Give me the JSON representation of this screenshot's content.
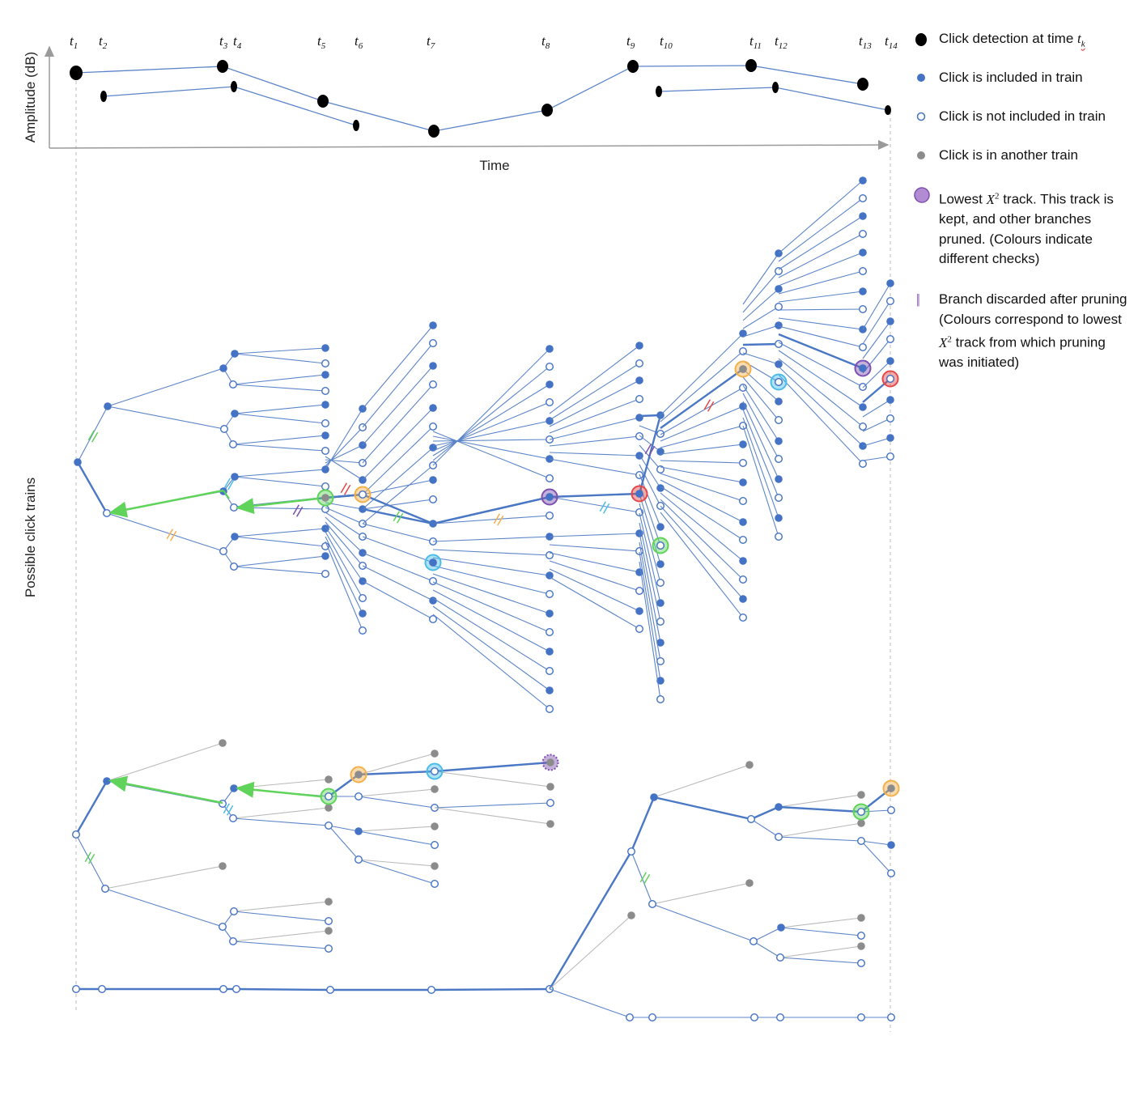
{
  "time_labels": [
    {
      "base": "t",
      "sub": "1"
    },
    {
      "base": "t",
      "sub": "2"
    },
    {
      "base": "t",
      "sub": "3"
    },
    {
      "base": "t",
      "sub": "4"
    },
    {
      "base": "t",
      "sub": "5"
    },
    {
      "base": "t",
      "sub": "6"
    },
    {
      "base": "t",
      "sub": "7"
    },
    {
      "base": "t",
      "sub": "8"
    },
    {
      "base": "t",
      "sub": "9"
    },
    {
      "base": "t",
      "sub": "10"
    },
    {
      "base": "t",
      "sub": "11"
    },
    {
      "base": "t",
      "sub": "12"
    },
    {
      "base": "t",
      "sub": "13"
    },
    {
      "base": "t",
      "sub": "14"
    }
  ],
  "axes": {
    "y_label": "Amplitude (dB)",
    "x_label": "Time"
  },
  "side_label": "Possible click trains",
  "legend": {
    "detection": {
      "text": "Click detection  at time ",
      "t_base": "t",
      "t_sub": "k"
    },
    "included": "Click is included in train",
    "not_included": "Click is not included in train",
    "other_train": "Click is in another train",
    "lowest_a": "Lowest ",
    "lowest_chi": "X",
    "lowest_chi_exp": "2",
    "lowest_b": " track. This track is kept, and other branches pruned. (Colours indicate different checks)",
    "discard_mark": "||",
    "discard_a": "Branch discarded after pruning (Colours correspond to lowest ",
    "discard_chi": "X",
    "discard_chi_exp": "2",
    "discard_b": " track from which pruning was initiated)"
  },
  "colors": {
    "included": "#4472c4",
    "edge": "#5b84c8",
    "other": "#8c8c8c",
    "green": "#5fd35a",
    "orange": "#f4b04a",
    "cyan": "#4bbde6",
    "purple": "#7d4fb0",
    "purple_fill": "#b28cd3",
    "red": "#e54848",
    "axis": "#9a9a9a"
  }
}
